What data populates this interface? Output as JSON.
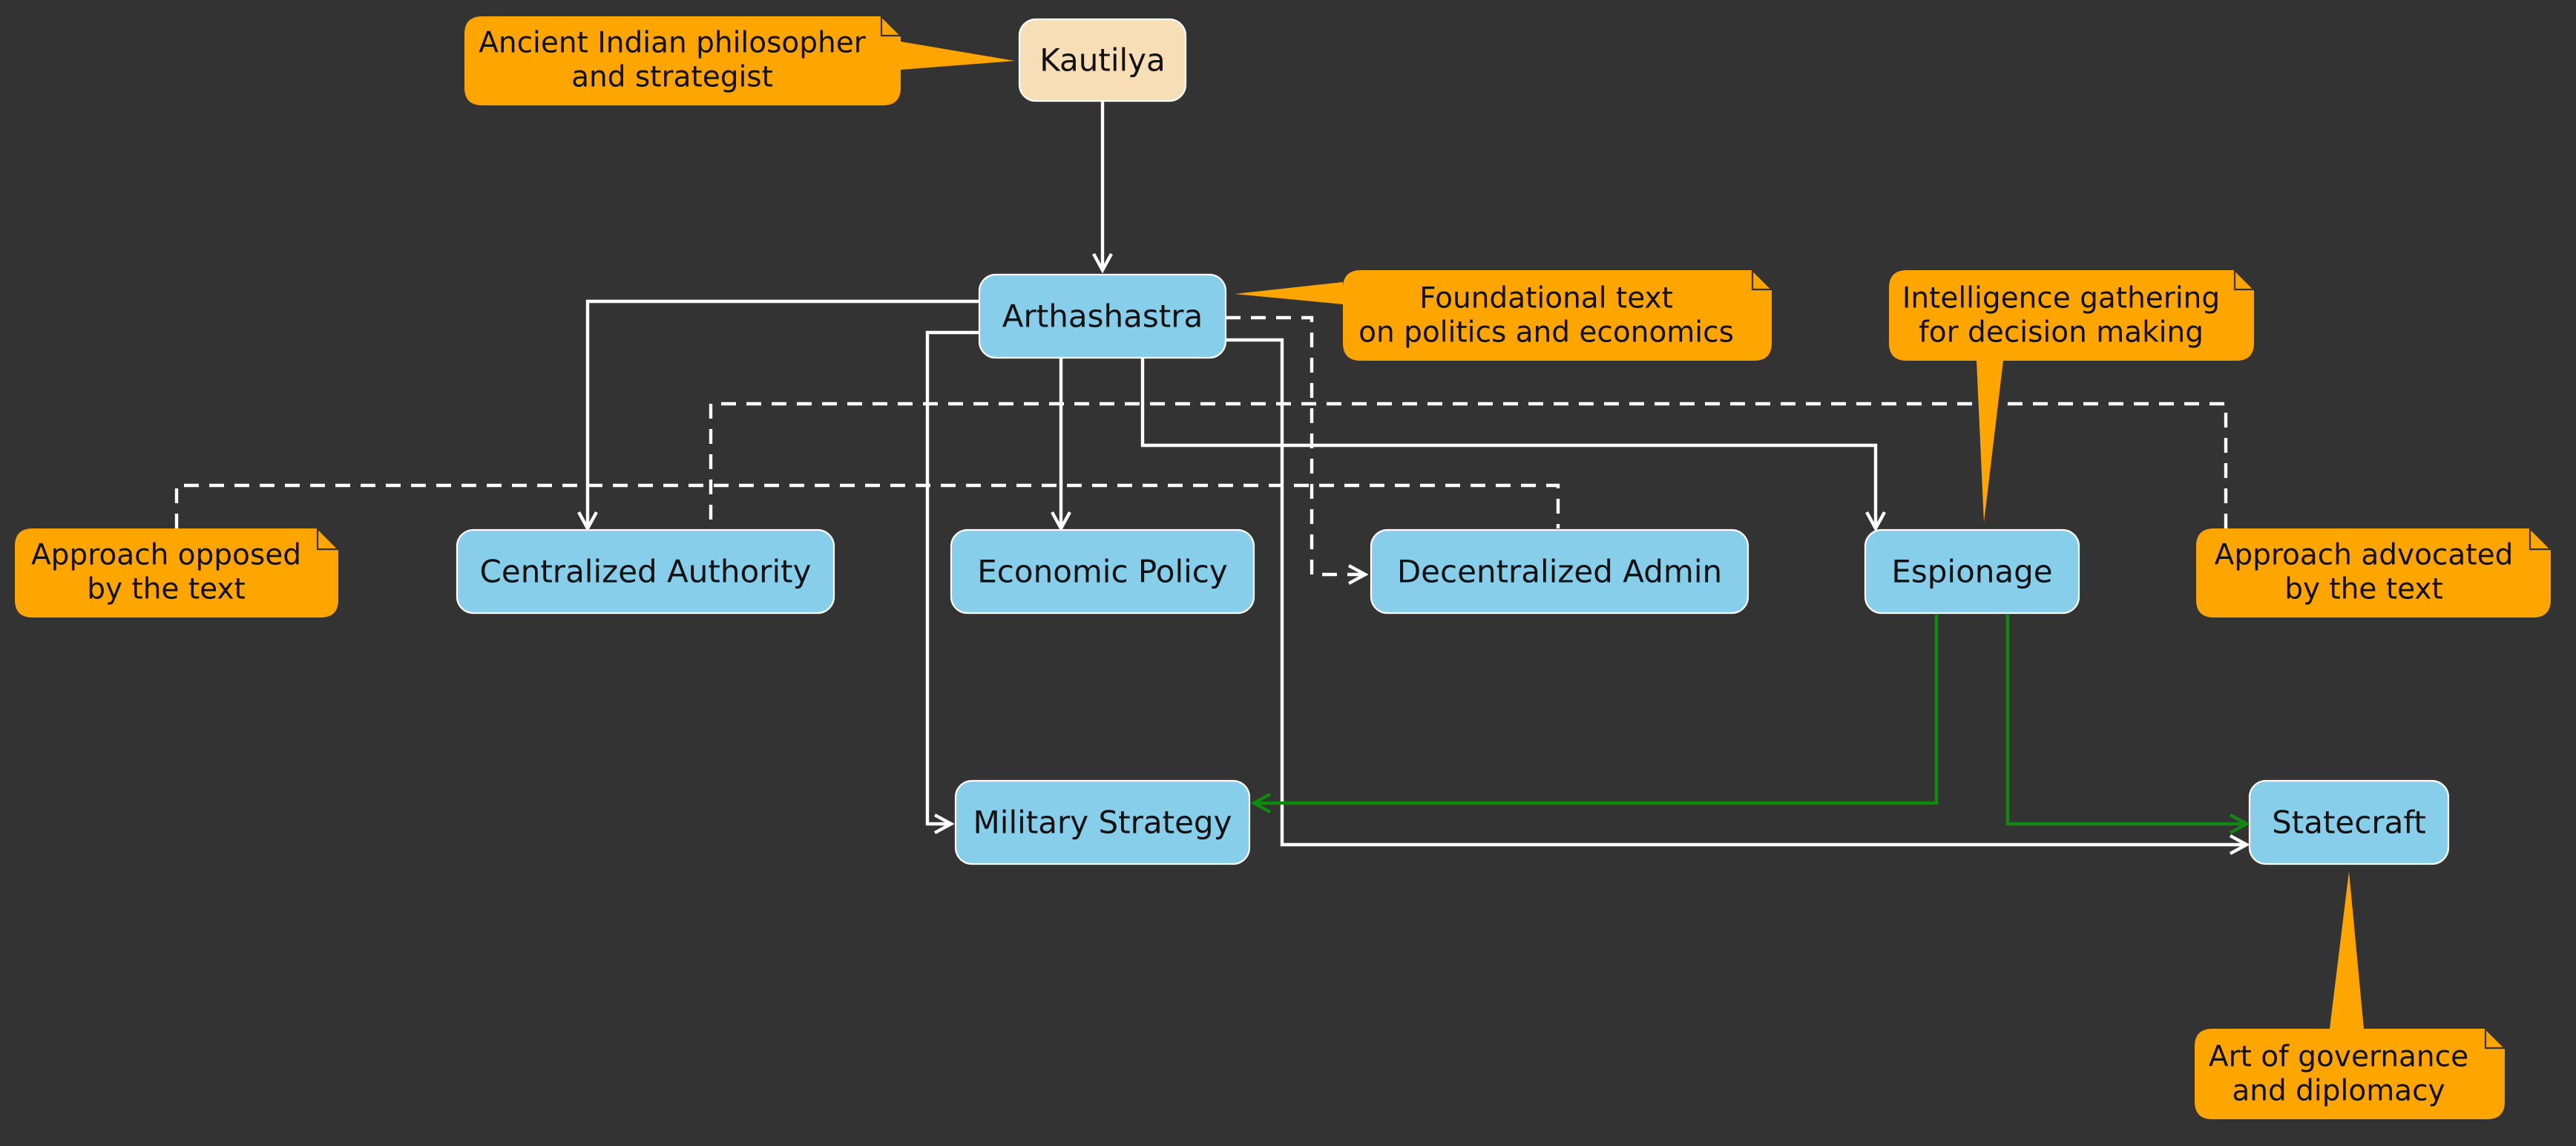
{
  "colors": {
    "background": "#333333",
    "root_fill": "#f8deb6",
    "node_fill": "#87ceeb",
    "note_fill": "#ffa500",
    "edge": "#ffffff",
    "green_edge": "#0e8a0e"
  },
  "nodes": {
    "kautilya": "Kautilya",
    "arthashastra": "Arthashastra",
    "centralized_authority": "Centralized Authority",
    "economic_policy": "Economic Policy",
    "decentralized_admin": "Decentralized Admin",
    "espionage": "Espionage",
    "military_strategy": "Military Strategy",
    "statecraft": "Statecraft"
  },
  "notes": {
    "kautilya": [
      "Ancient Indian philosopher",
      "and strategist"
    ],
    "arthashastra": [
      "Foundational text",
      "on politics and economics"
    ],
    "espionage": [
      "Intelligence gathering",
      "for decision making"
    ],
    "opposed": [
      "Approach opposed",
      "by the text"
    ],
    "advocated": [
      "Approach advocated",
      "by the text"
    ],
    "statecraft": [
      "Art of governance",
      "and diplomacy"
    ]
  },
  "edges": [
    {
      "from": "Kautilya",
      "to": "Arthashastra",
      "style": "solid"
    },
    {
      "from": "Arthashastra",
      "to": "Centralized Authority",
      "style": "solid"
    },
    {
      "from": "Arthashastra",
      "to": "Economic Policy",
      "style": "solid"
    },
    {
      "from": "Arthashastra",
      "to": "Espionage",
      "style": "solid"
    },
    {
      "from": "Arthashastra",
      "to": "Military Strategy",
      "style": "solid"
    },
    {
      "from": "Arthashastra",
      "to": "Statecraft",
      "style": "solid"
    },
    {
      "from": "Arthashastra",
      "to": "Decentralized Admin",
      "style": "dashed"
    },
    {
      "from": "Espionage",
      "to": "Military Strategy",
      "style": "green"
    },
    {
      "from": "Espionage",
      "to": "Statecraft",
      "style": "green"
    }
  ]
}
